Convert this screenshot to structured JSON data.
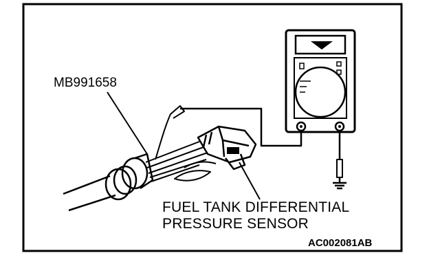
{
  "labels": {
    "tool_number": "MB991658",
    "sensor_line1": "FUEL TANK DIFFERENTIAL",
    "sensor_line2": "PRESSURE SENSOR",
    "figure_code": "AC002081AB"
  },
  "colors": {
    "ink": "#000000",
    "paper": "#ffffff"
  }
}
